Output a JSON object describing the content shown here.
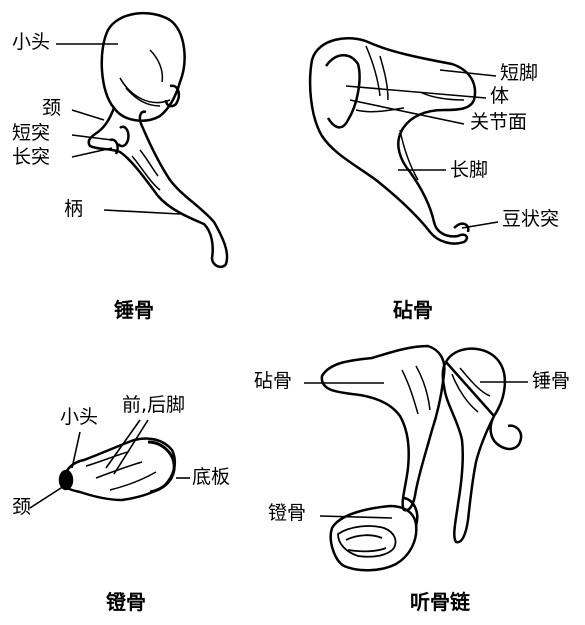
{
  "panels": {
    "malleus": {
      "caption": "锤骨",
      "labels": {
        "head": "小头",
        "neck": "颈",
        "short_process": "短突",
        "long_process": "长突",
        "handle": "柄"
      }
    },
    "incus": {
      "caption": "砧骨",
      "labels": {
        "short_crus": "短脚",
        "body": "体",
        "articular_surface": "关节面",
        "long_crus": "长脚",
        "lenticular_process": "豆状突"
      }
    },
    "stapes": {
      "caption": "镫骨",
      "labels": {
        "head": "小头",
        "crura": "前,后脚",
        "base": "底板",
        "neck": "颈"
      }
    },
    "ossicular_chain": {
      "caption": "听骨链",
      "labels": {
        "incus": "砧骨",
        "malleus": "锤骨",
        "stapes": "镫骨"
      }
    }
  }
}
